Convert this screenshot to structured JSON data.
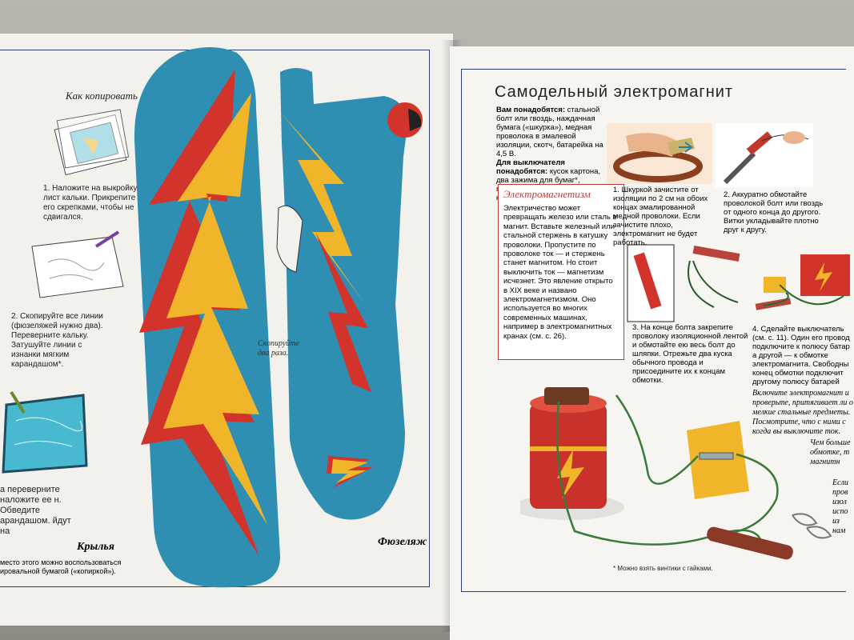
{
  "left_page": {
    "how_to_copy": "Как копировать",
    "step1": "1. Наложите на выкройку лист кальки. Прикрепите его скрепками, чтобы не сдвигался.",
    "step2": "2. Скопируйте все линии (фюзеляжей нужно два). Переверните кальку. Затушуйте линии с изнанки мягким карандашом*.",
    "step3": "а переверните наложите ее н. Обведите арандашом. йдут на",
    "wings_label": "Крылья",
    "fuselage_label": "Фюзеляж",
    "copy_twice": "Скопируйте два раза.",
    "footnote": "место этого можно воспользоваться ировальной бумагой («копиркой»)."
  },
  "right_page": {
    "title": "Самодельный электромагнит",
    "you_need_label": "Вам понадобятся:",
    "you_need_text": "стальной болт или гвоздь, наждачная бумага («шкурка»), медная проволока в эмалевой изоляции, скотч, батарейка на 4,5 В.",
    "switch_label": "Для выключателя понадобятся:",
    "switch_text": "кусок картона, два зажима для бумаг*, проволока, металлическая канцелярская скрепка.",
    "box_title": "Электромагнетизм",
    "box_text": "Электричество может превращать железо или сталь в магнит. Вставьте железный или стальной стержень в катушку проволоки. Пропустите по проволоке ток — и стержень станет магнитом. Но стоит выключить ток — магнетизм исчезнет. Это явление открыто в XIX веке и названо электромагнетизмом. Оно используется во многих современных машинах, например в электромагнитных кранах (см. с. 26).",
    "step1": "1. Шкуркой зачистите от изоляции по 2 см на обоих концах эмалированной медной проволоки. Если зачистите плохо, электромагнит не будет работать.",
    "step2": "2. Аккуратно обмотайте проволокой болт или гвоздь от одного конца до другого. Витки укладывайте плотно друг к другу.",
    "step3": "3. На конце болта закрепите проволоку изоляционной лентой и обмотайте ею весь болт до шляпки. Отрежьте два куска обычного провода и присоедините их к концам обмотки.",
    "step4": "4. Сделайте выключатель (см. с. 11). Один его провод подключите к полюсу батар а другой — к обмотке электромагнита. Свободны конец обмотки подключит другому полюсу батарей",
    "note1": "Включите электромагнит и проверьте, притягивает ли о мелкие стальные предметы. Посмотрите, что с ними с когда вы выключите ток.",
    "note2": "Чем больше обмотке, т магнитн",
    "note3": "Если пров изол испо из нам",
    "footnote": "* Можно взять винтики с гайками."
  },
  "colors": {
    "blue": "#2f8fb3",
    "red": "#d2332b",
    "yellow": "#f1b529",
    "frame": "#2f3d78"
  }
}
